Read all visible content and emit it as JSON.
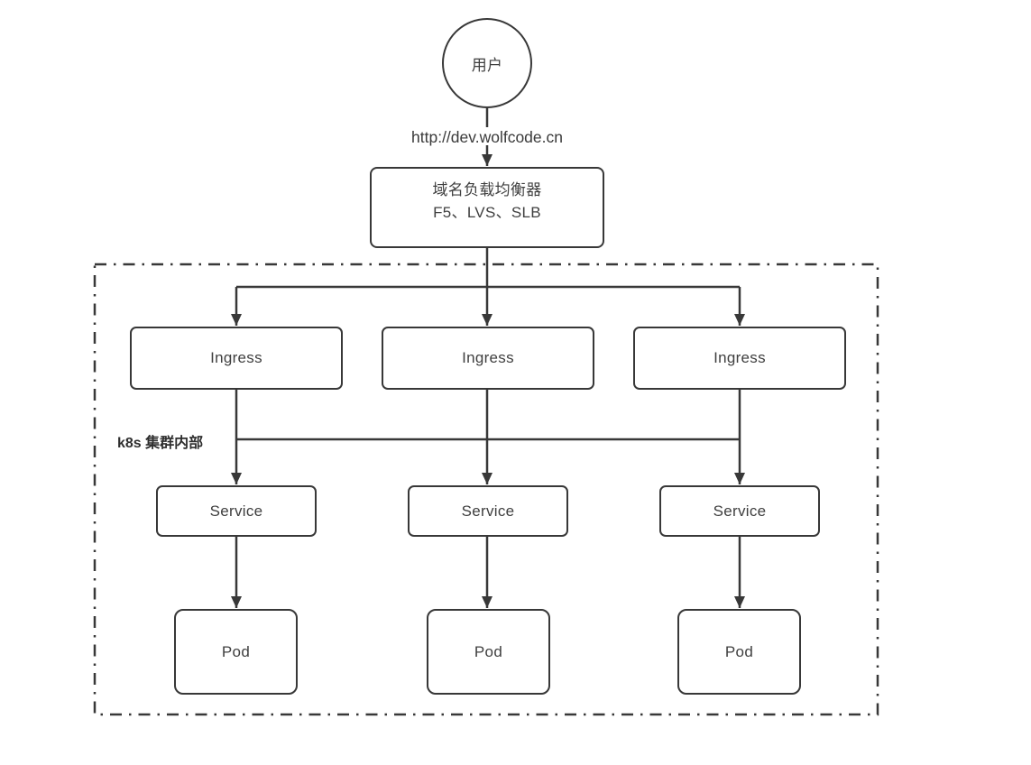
{
  "diagram": {
    "user_label": "用户",
    "request_url": "http://dev.wolfcode.cn",
    "load_balancer": {
      "title": "域名负载均衡器",
      "subtitle": "F5、LVS、SLB"
    },
    "cluster_label": "k8s 集群内部",
    "nodes": {
      "ingress": [
        {
          "label": "Ingress"
        },
        {
          "label": "Ingress"
        },
        {
          "label": "Ingress"
        }
      ],
      "service": [
        {
          "label": "Service"
        },
        {
          "label": "Service"
        },
        {
          "label": "Service"
        }
      ],
      "pod": [
        {
          "label": "Pod"
        },
        {
          "label": "Pod"
        },
        {
          "label": "Pod"
        }
      ]
    },
    "connections": [
      {
        "from": "用户",
        "to": "域名负载均衡器",
        "label": "http://dev.wolfcode.cn"
      },
      {
        "from": "域名负载均衡器",
        "to": "Ingress (x3)"
      },
      {
        "from": "Ingress",
        "to": "Service",
        "note": "three parallel columns joined by a shared horizontal line"
      },
      {
        "from": "Service",
        "to": "Pod"
      }
    ],
    "colors": {
      "stroke": "#383838",
      "text": "#3f3f3f",
      "background": "#ffffff"
    }
  }
}
